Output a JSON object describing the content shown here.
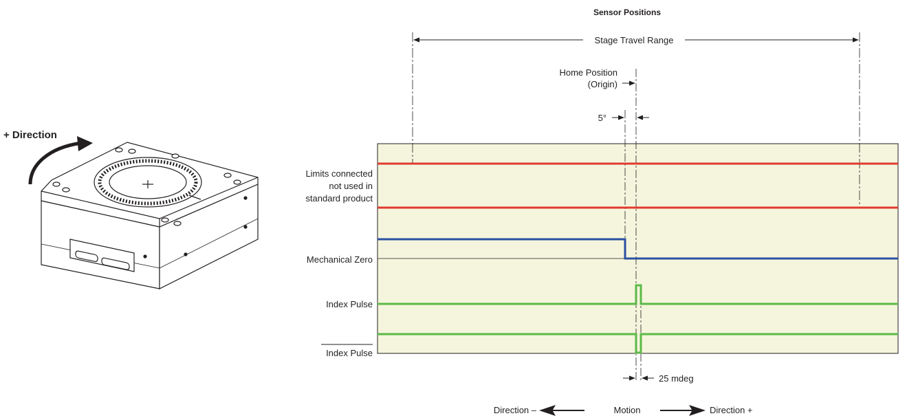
{
  "device": {
    "direction_label": "+ Direction"
  },
  "diagram": {
    "title": "Sensor Positions",
    "travel_range_label": "Stage Travel Range",
    "home_label_line1": "Home Position",
    "home_label_line2": "(Origin)",
    "offset_label": "5°",
    "pulse_width_label": "25 mdeg",
    "signals": {
      "limits_line1": "Limits connected",
      "limits_line2": "not used in",
      "limits_line3": "standard product",
      "mechanical_zero": "Mechanical Zero",
      "index_pulse": "Index Pulse",
      "index_pulse_inverted": "Index Pulse"
    },
    "motion": {
      "minus_label": "Direction –",
      "center_label": "Motion",
      "plus_label": "Direction +"
    },
    "colors": {
      "panel_fill": "#f4f5dc",
      "limit_trace": "#e03a2f",
      "zero_trace": "#2b4fa3",
      "index_trace": "#5cb947",
      "ink": "#231f20"
    }
  }
}
